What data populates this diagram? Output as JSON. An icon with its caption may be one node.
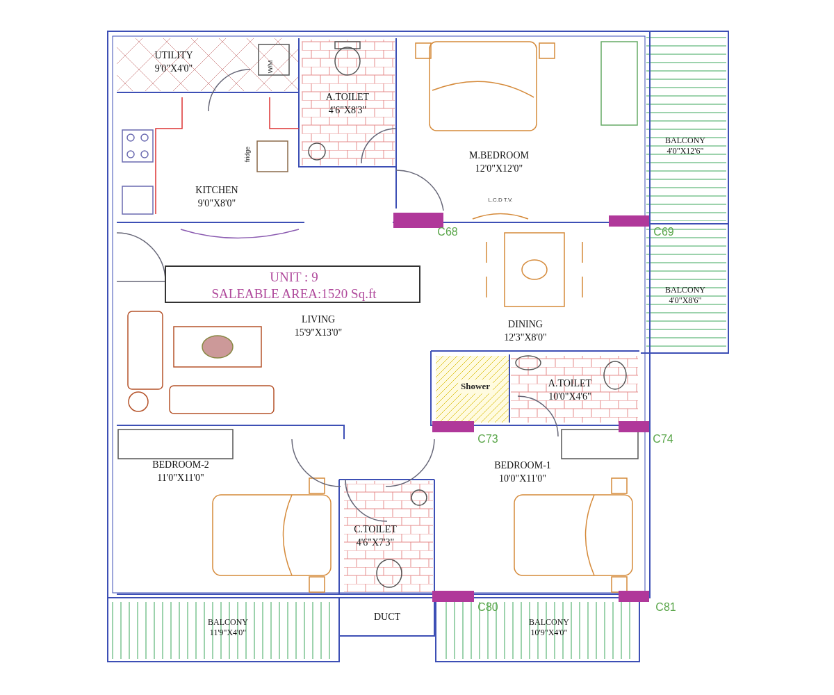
{
  "diagram": {
    "nodes": [
      {
        "text": [
          "UTILITY",
          "9'0\"X4'0\""
        ]
      },
      {
        "text": [
          "KITCHEN",
          "9'0\"X8'0\""
        ]
      },
      {
        "text": [
          "A.TOILET",
          "4'6\"X8'3\""
        ]
      },
      {
        "text": [
          "M.BEDROOM",
          "12'0\"X12'0\""
        ]
      },
      {
        "text": [
          "BALCONY",
          "4'0\"X12'6\""
        ]
      },
      {
        "text": [
          "BALCONY",
          "4'0\"X8'6\""
        ]
      },
      {
        "text": [
          "LIVING",
          "15'9\"X13'0\""
        ]
      },
      {
        "text": [
          "UNIT : 9",
          "SALEABLE AREA:1520 Sq.ft"
        ],
        "in": 6
      },
      {
        "text": [
          "DINING",
          "12'3\"X8'0\""
        ]
      },
      {
        "text": [
          "Shower"
        ]
      },
      {
        "text": [
          "A.TOILET",
          "10'0\"X4'6\""
        ]
      },
      {
        "text": [
          "BEDROOM-2",
          "11'0\"X11'0\""
        ]
      },
      {
        "text": [
          "C.TOILET",
          "4'6\"X7'3\""
        ]
      },
      {
        "text": [
          "BEDROOM-1",
          "10'0\"X11'0\""
        ]
      },
      {
        "text": [
          "BALCONY",
          "11'9\"X4'0\""
        ]
      },
      {
        "text": [
          "DUCT"
        ]
      },
      {
        "text": [
          "BALCONY",
          "10'9\"X4'0\""
        ]
      }
    ],
    "labels": [
      "W/M",
      "fridge",
      "L.C.D T.V.",
      "C68",
      "C69",
      "C73",
      "C74",
      "C80",
      "C81"
    ]
  }
}
